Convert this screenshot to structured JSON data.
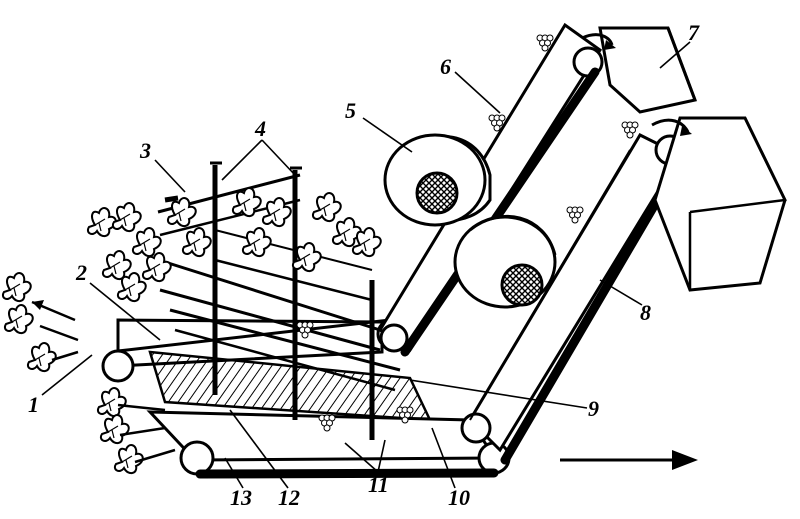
{
  "labels": {
    "l1": "1",
    "l2": "2",
    "l3": "3",
    "l4": "4",
    "l5": "5",
    "l6": "6",
    "l7": "7",
    "l8": "8",
    "l9": "9",
    "l10": "10",
    "l11": "11",
    "l12": "12",
    "l13": "13"
  },
  "colors": {
    "ink": "#000000",
    "paper": "#ffffff",
    "shade": "#d9d9d9"
  }
}
